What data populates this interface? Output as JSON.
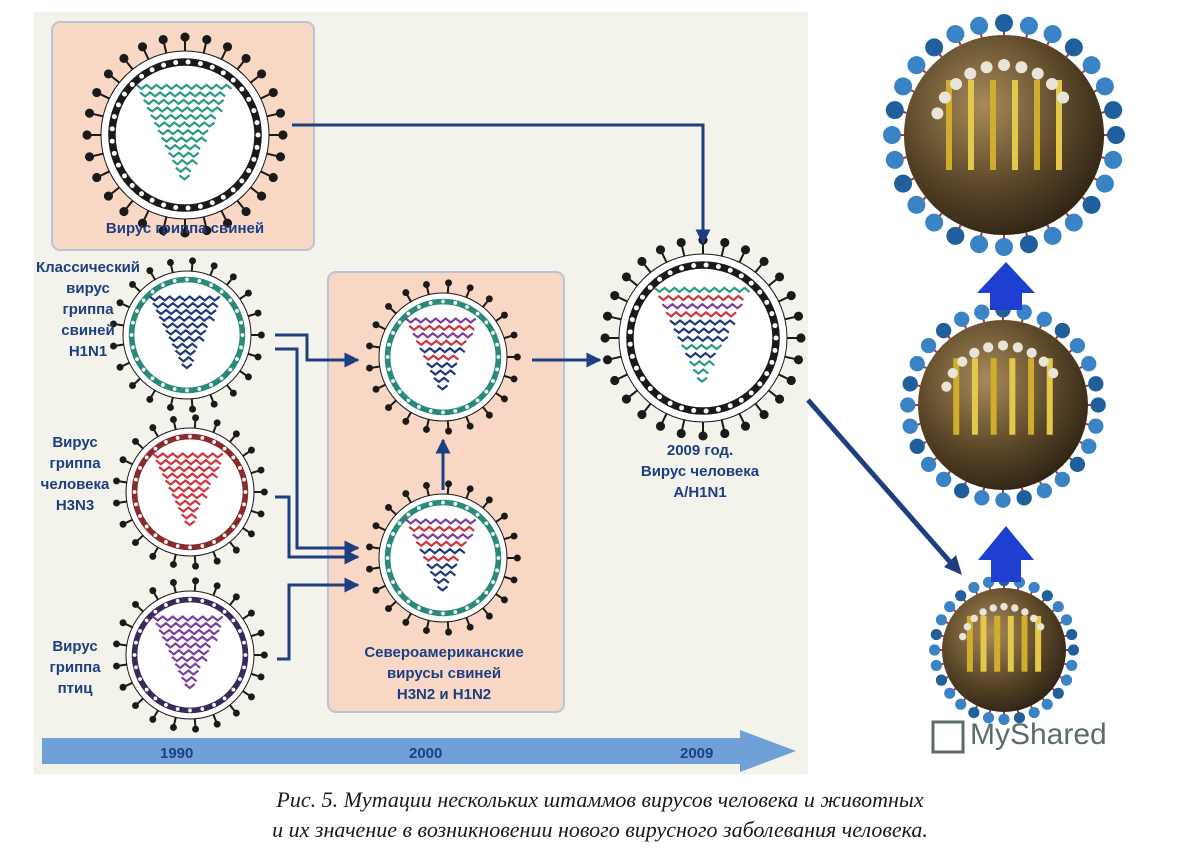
{
  "labels": {
    "swine_flu": "Вирус гриппа свиней",
    "classic_h1n1": "Классический\nвирус\nгриппа\nсвиней\nH1N1",
    "human_h3n3": "Вирус\nгриппа\nчеловека\nH3N3",
    "avian": "Вирус\nгриппа\nптиц",
    "na_swine": "Североамериканские\nвирусы свиней\nH3N2 и H1N2",
    "human_2009": "2009 год.\nВирус человека\nA/H1N1"
  },
  "timeline": [
    "1990",
    "2000",
    "2009"
  ],
  "caption": {
    "line1": "Рис. 5. Мутации нескольких штаммов вирусов человека и животных",
    "line2": "и их значение в возникновении нового вирусного заболевания человека."
  },
  "watermark": "MyShared",
  "colors": {
    "panel_bg": "#f3f3ec",
    "box_fill": "#f8d8c4",
    "arrow": "#1d3f82",
    "teal": "#2a9a86",
    "navy": "#1e3a7e",
    "red": "#d0343f",
    "purple": "#7d3fa0",
    "timeline": "#6fa0d8"
  }
}
